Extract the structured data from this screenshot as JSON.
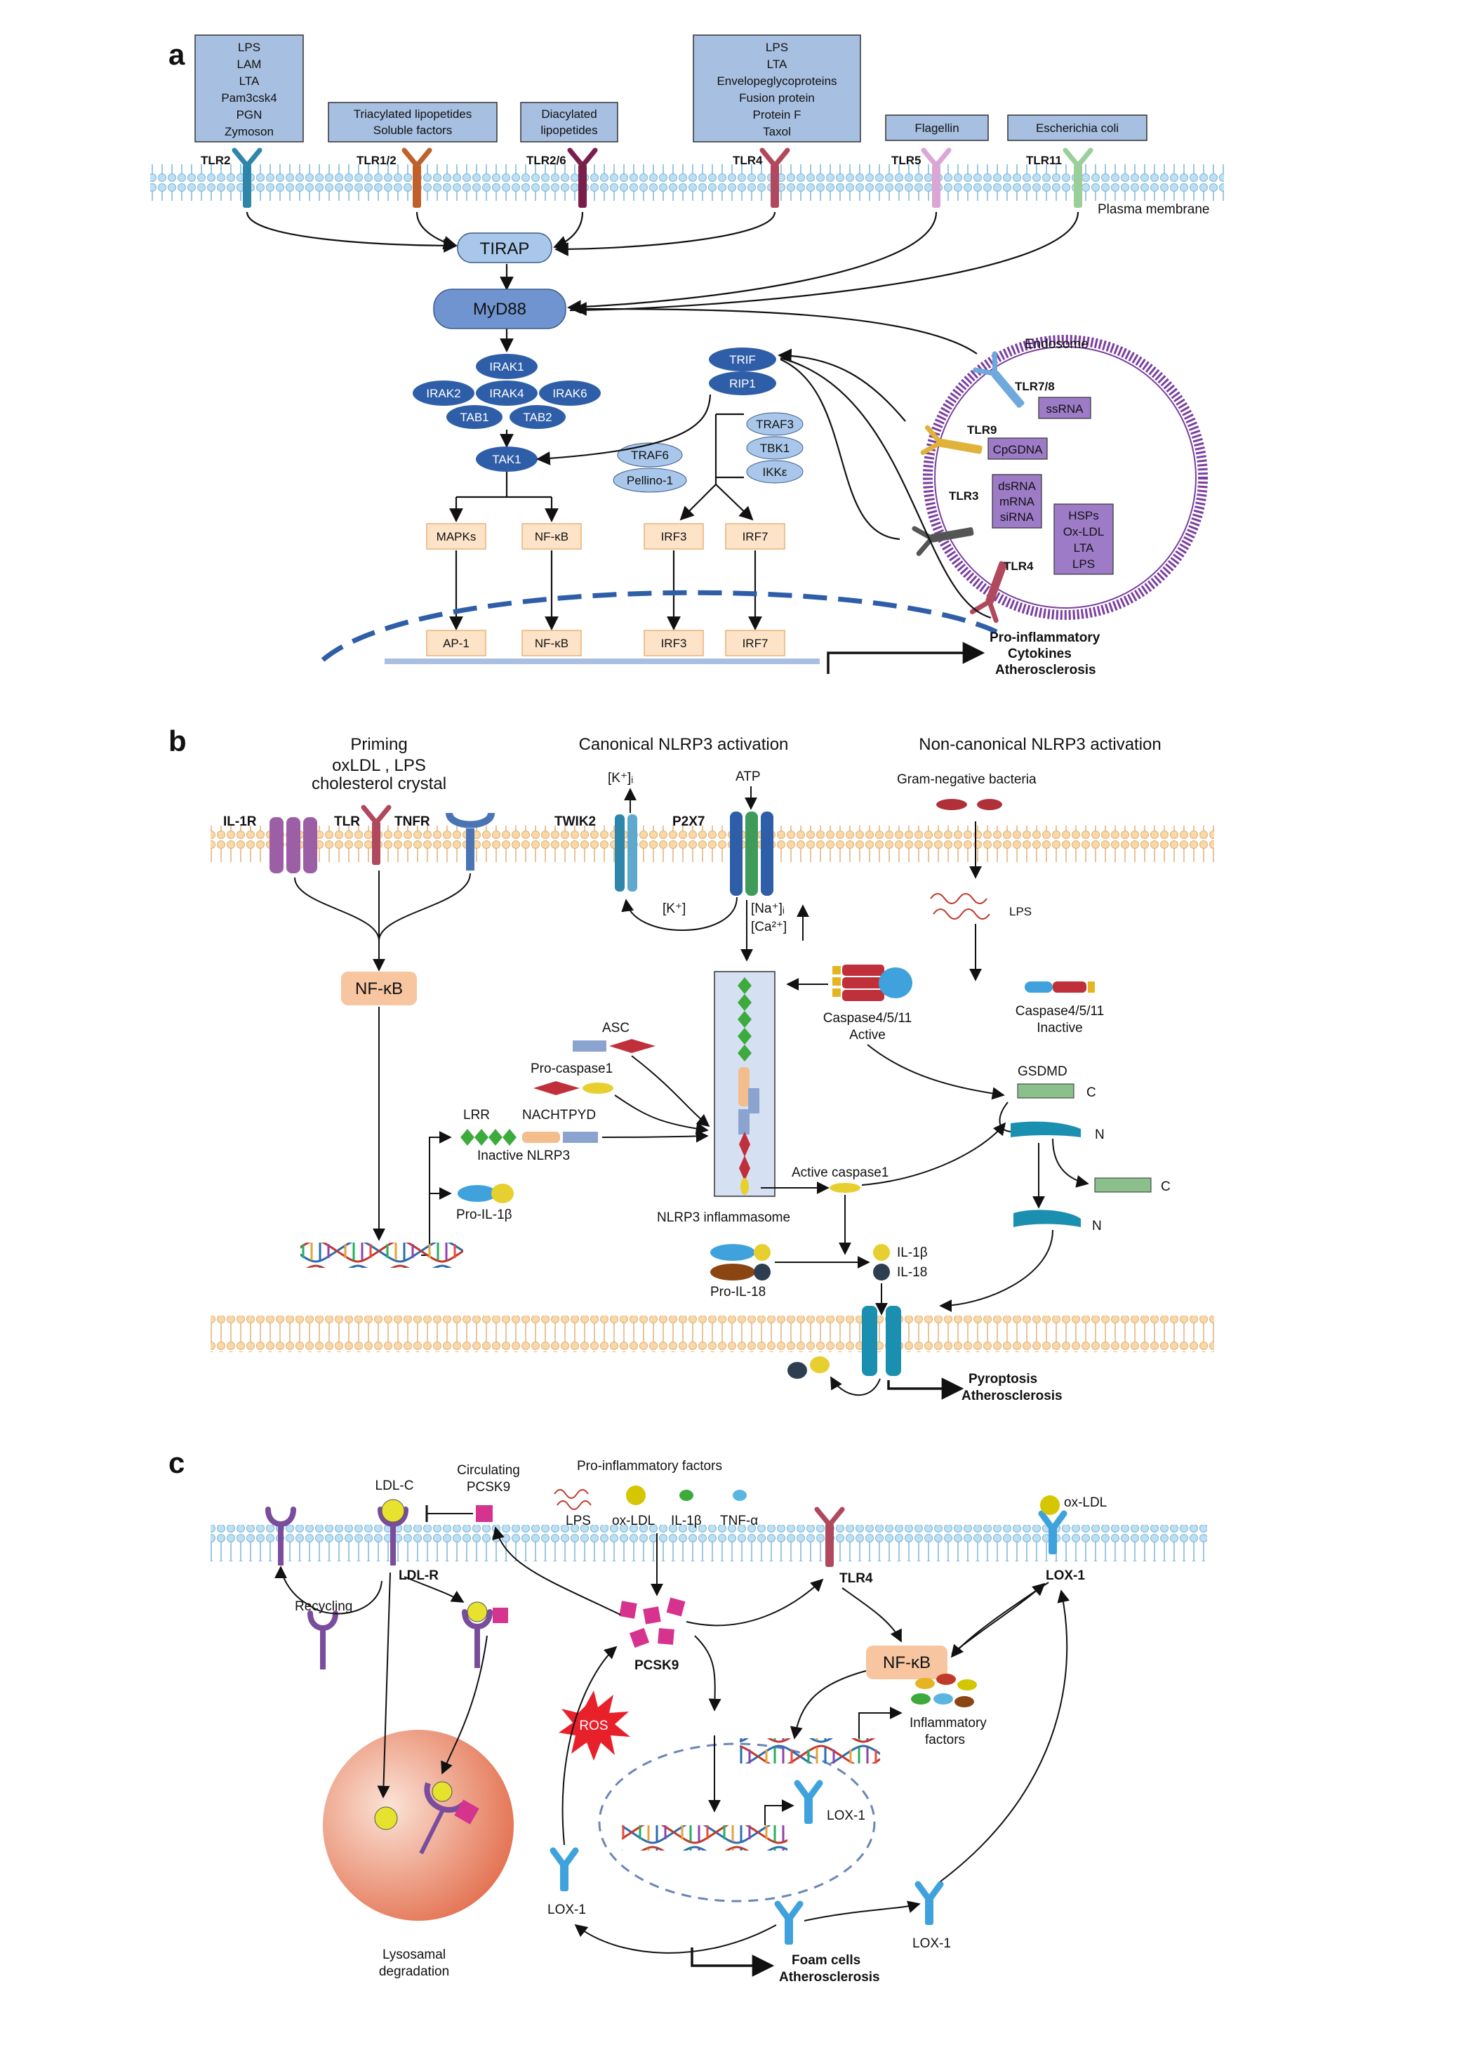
{
  "panels": {
    "a": "a",
    "b": "b",
    "c": "c"
  },
  "a": {
    "ligand_boxes": [
      [
        "LPS",
        "LAM",
        "LTA",
        "Pam3csk4",
        "PGN",
        "Zymoson"
      ],
      [
        "Triacylated lipopetides",
        "Soluble factors"
      ],
      [
        "Diacylated",
        "lipopetides"
      ],
      [
        "LPS",
        "LTA",
        "Envelopeglycoproteins",
        "Fusion protein",
        "Protein F",
        "Taxol"
      ],
      [
        "Flagellin"
      ],
      [
        "Escherichia coli"
      ]
    ],
    "receptors": [
      "TLR2",
      "TLR1/2",
      "TLR2/6",
      "TLR4",
      "TLR5",
      "TLR11"
    ],
    "membrane": "Plasma membrane",
    "tirap": "TIRAP",
    "myd88": "MyD88",
    "irak": [
      "IRAK1",
      "IRAK2",
      "IRAK4",
      "IRAK6",
      "TAB1",
      "TAB2"
    ],
    "tak1": "TAK1",
    "traf6": "TRAF6",
    "pellino": "Pellino-1",
    "trif": "TRIF",
    "rip1": "RIP1",
    "traf3": "TRAF3",
    "tbk1": "TBK1",
    "ikke": "IKKε",
    "cyto_tf": [
      "MAPKs",
      "NF-κB",
      "IRF3",
      "IRF7"
    ],
    "nuclear_tf": [
      "AP-1",
      "NF-κB",
      "IRF3",
      "IRF7"
    ],
    "endosome": "Endosome",
    "endo_receptors": [
      "TLR7/8",
      "TLR9",
      "TLR3",
      "TLR4"
    ],
    "endo_ligands": [
      [
        "ssRNA"
      ],
      [
        "CpGDNA"
      ],
      [
        "dsRNA",
        "mRNA",
        "siRNA"
      ],
      [
        "HSPs",
        "Ox-LDL",
        "LTA",
        "LPS"
      ]
    ],
    "outcome": [
      "Pro-inflammatory",
      "Cytokines",
      "Atherosclerosis"
    ]
  },
  "b": {
    "headers": {
      "priming": "Priming",
      "canonical": "Canonical NLRP3 activation",
      "noncanonical": "Non-canonical NLRP3 activation"
    },
    "priming_stimuli": [
      "oxLDL , LPS",
      "cholesterol crystal"
    ],
    "receptors": [
      "IL-1R",
      "TLR",
      "TNFR",
      "TWIK2",
      "P2X7"
    ],
    "k_out": "[K⁺]ᵢ",
    "atp": "ATP",
    "k_in": "[K⁺]",
    "ions": [
      "[Na⁺]ᵢ",
      "[Ca²⁺]"
    ],
    "ion_sub": "i",
    "gram": "Gram-negative bacteria",
    "lps": "LPS",
    "casp_active": [
      "Caspase4/5/11",
      "Active"
    ],
    "casp_inactive": [
      "Caspase4/5/11",
      "Inactive"
    ],
    "nfkb": "NF-κB",
    "asc": "ASC",
    "procasp1": "Pro-caspase1",
    "domains": [
      "LRR",
      "NACHT",
      "PYD"
    ],
    "inactive_nlrp3": "Inactive NLRP3",
    "pro_il1b": "Pro-IL-1β",
    "inflammasome": "NLRP3 inflammasome",
    "active_casp1": "Active caspase1",
    "gsdmd": "GSDMD",
    "c_term": "C",
    "n_term": "N",
    "pro_il18": "Pro-IL-18",
    "il1b": "IL-1β",
    "il18": "IL-18",
    "outcome": [
      "Pyroptosis",
      "Atherosclerosis"
    ]
  },
  "c": {
    "ldlc": "LDL-C",
    "circ_pcsk9": [
      "Circulating",
      "PCSK9"
    ],
    "proinf": "Pro-inflammatory factors",
    "factors": [
      "LPS",
      "ox-LDL",
      "IL-1β",
      "TNF-α"
    ],
    "oxldl": "ox-LDL",
    "ldlr": "LDL-R",
    "tlr4": "TLR4",
    "lox1": "LOX-1",
    "recycling": "Recycling",
    "pcsk9": "PCSK9",
    "nfkb": "NF-κB",
    "ros": "ROS",
    "inflam": [
      "Inflammatory",
      "factors"
    ],
    "lox1_gene": "LOX-1",
    "lyso": [
      "Lysosamal",
      "degradation"
    ],
    "lox1_left": "LOX-1",
    "lox1_right": "LOX-1",
    "outcome": [
      "Foam cells",
      "Atherosclerosis"
    ]
  }
}
